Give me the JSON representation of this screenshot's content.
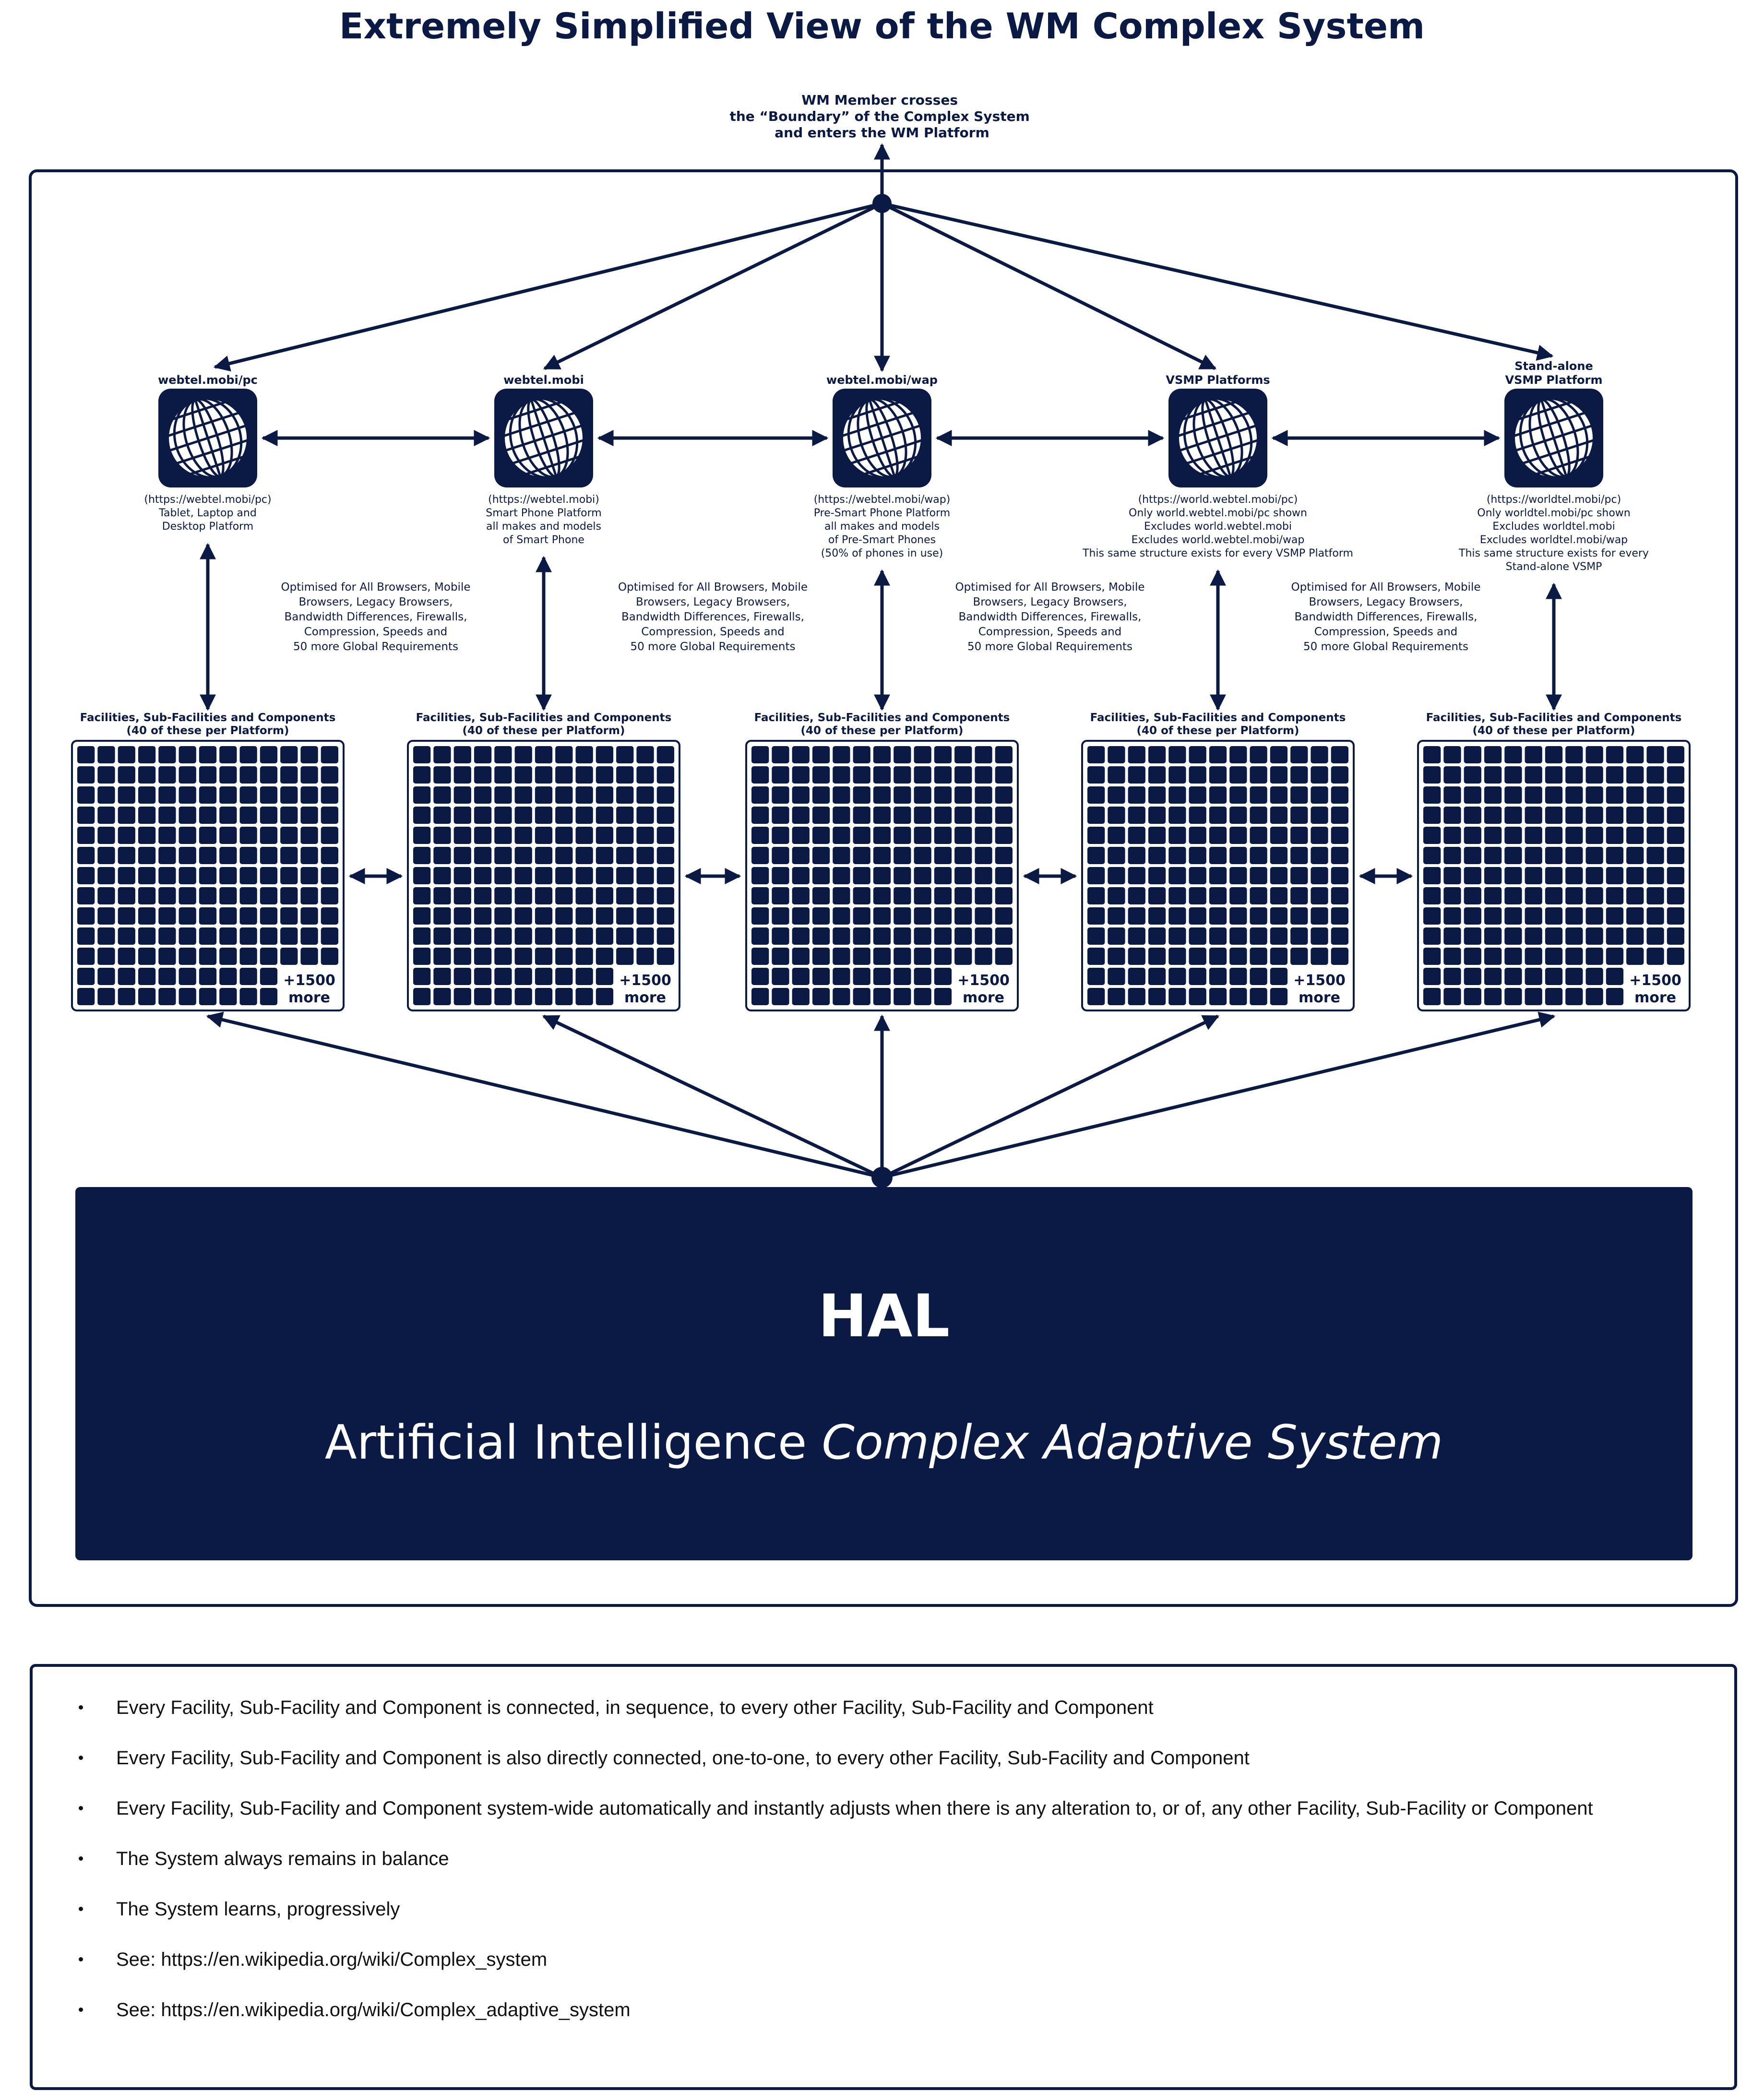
{
  "title": "Extremely Simplified View of the WM Complex System",
  "entry": {
    "lines": [
      "WM Member crosses",
      "the “Boundary” of the Complex System",
      "and enters the WM Platform"
    ]
  },
  "platforms": [
    {
      "name_lines": [
        "webtel.mobi/pc"
      ],
      "desc_lines": [
        "(https://webtel.mobi/pc)",
        "Tablet, Laptop and",
        "Desktop Platform"
      ],
      "facilities_lines": [
        "Facilities, Sub-Facilities and Components",
        "(40 of these per Platform)"
      ],
      "more_lines": [
        "+1500",
        "more"
      ]
    },
    {
      "name_lines": [
        "webtel.mobi"
      ],
      "desc_lines": [
        "(https://webtel.mobi)",
        "Smart Phone Platform",
        "all makes and models",
        "of Smart Phone"
      ],
      "facilities_lines": [
        "Facilities, Sub-Facilities and Components",
        "(40 of these per Platform)"
      ],
      "more_lines": [
        "+1500",
        "more"
      ]
    },
    {
      "name_lines": [
        "webtel.mobi/wap"
      ],
      "desc_lines": [
        "(https://webtel.mobi/wap)",
        "Pre-Smart Phone Platform",
        "all makes and models",
        "of Pre-Smart Phones",
        "(50% of phones in use)"
      ],
      "facilities_lines": [
        "Facilities, Sub-Facilities and Components",
        "(40 of these per Platform)"
      ],
      "more_lines": [
        "+1500",
        "more"
      ]
    },
    {
      "name_lines": [
        "VSMP Platforms"
      ],
      "desc_lines": [
        "(https://world.webtel.mobi/pc)",
        "Only world.webtel.mobi/pc shown",
        "Excludes world.webtel.mobi",
        "Excludes world.webtel.mobi/wap",
        "This same structure exists for every VSMP Platform"
      ],
      "facilities_lines": [
        "Facilities, Sub-Facilities and Components",
        "(40 of these per Platform)"
      ],
      "more_lines": [
        "+1500",
        "more"
      ]
    },
    {
      "name_lines": [
        "Stand-alone",
        "VSMP Platform"
      ],
      "desc_lines": [
        "(https://worldtel.mobi/pc)",
        "Only worldtel.mobi/pc shown",
        "Excludes worldtel.mobi",
        "Excludes worldtel.mobi/wap",
        "This same structure exists for every",
        "Stand-alone VSMP"
      ],
      "facilities_lines": [
        "Facilities, Sub-Facilities and Components",
        "(40 of these per Platform)"
      ],
      "more_lines": [
        "+1500",
        "more"
      ]
    }
  ],
  "optimised": [
    [
      "Optimised for All Browsers, Mobile",
      "Browsers, Legacy Browsers,",
      "Bandwidth Differences, Firewalls,",
      "Compression, Speeds and",
      "50 more Global Requirements"
    ],
    [
      "Optimised for All Browsers, Mobile",
      "Browsers, Legacy Browsers,",
      "Bandwidth Differences, Firewalls,",
      "Compression, Speeds and",
      "50 more Global Requirements"
    ],
    [
      "Optimised for All Browsers, Mobile",
      "Browsers, Legacy Browsers,",
      "Bandwidth Differences, Firewalls,",
      "Compression, Speeds and",
      "50 more Global Requirements"
    ],
    [
      "Optimised for All Browsers, Mobile",
      "Browsers, Legacy Browsers,",
      "Bandwidth Differences, Firewalls,",
      "Compression, Speeds and",
      "50 more Global Requirements"
    ]
  ],
  "hal": {
    "title": "HAL",
    "subtitle_plain": "Artificial Intelligence ",
    "subtitle_italic": "Complex Adaptive System"
  },
  "notes": [
    "Every Facility, Sub-Facility and Component is connected, in sequence, to every other Facility, Sub-Facility and Component",
    "Every Facility, Sub-Facility and Component is also directly connected, one-to-one, to every other Facility, Sub-Facility and Component",
    "Every Facility, Sub-Facility and Component system-wide automatically and instantly adjusts when there is any alteration to, or of, any other Facility, Sub-Facility or Component",
    "The System always remains in balance",
    "The System learns, progressively",
    "See: https://en.wikipedia.org/wiki/Complex_system",
    "See: https://en.wikipedia.org/wiki/Complex_adaptive_system"
  ],
  "colors": {
    "navy": "#0b1a45",
    "white": "#ffffff"
  },
  "icons": {
    "platform": "globe-icon"
  }
}
